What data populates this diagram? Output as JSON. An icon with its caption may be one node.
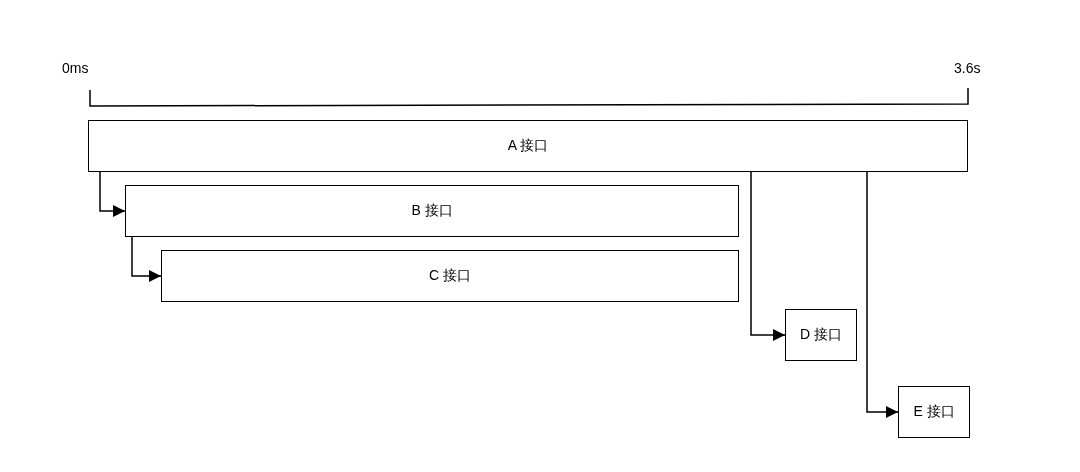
{
  "diagram": {
    "nodes": [
      {
        "text": [
          "A 接口"
        ]
      },
      {
        "text": [
          "B 接口"
        ]
      },
      {
        "text": [
          "C 接口"
        ]
      },
      {
        "text": [
          "D 接口"
        ]
      },
      {
        "text": [
          "E 接口"
        ]
      }
    ],
    "edges": [
      {
        "from": 0,
        "to": 1,
        "arrow": "to"
      },
      {
        "from": 1,
        "to": 2,
        "arrow": "to"
      },
      {
        "from": 0,
        "to": 3,
        "arrow": "to"
      },
      {
        "from": 0,
        "to": 4,
        "arrow": "to"
      }
    ],
    "labels": [
      "0ms",
      "3.6s"
    ]
  }
}
